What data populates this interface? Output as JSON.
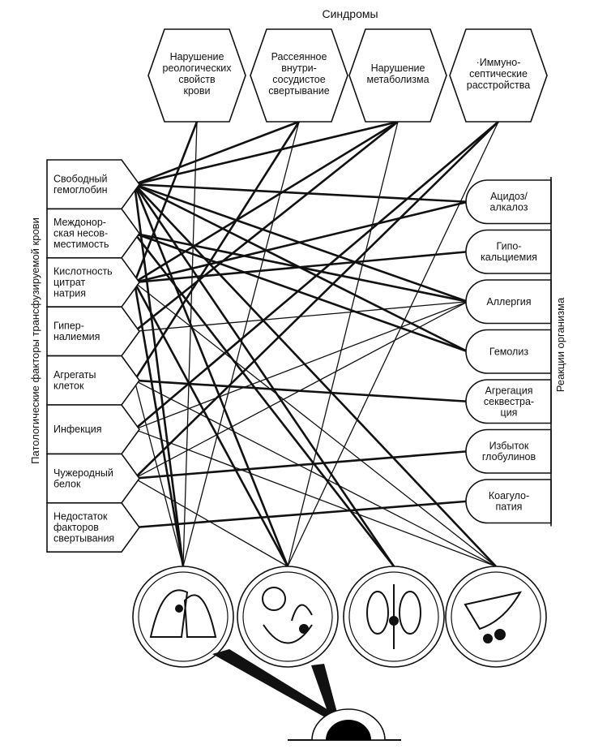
{
  "syndromes_title": "Синдромы",
  "factors_title": "Патологические факторы трансфузируемой крови",
  "reactions_title": "Реакции организма",
  "syndromes": [
    {
      "id": "s1",
      "lines": [
        "Нарушение",
        "реологических",
        "свойств",
        "крови"
      ]
    },
    {
      "id": "s2",
      "lines": [
        "Рассеянное",
        "внутри-",
        "сосудистое",
        "свертывание"
      ]
    },
    {
      "id": "s3",
      "lines": [
        "Нарушение",
        "метаболизма"
      ]
    },
    {
      "id": "s4",
      "lines": [
        "·Иммуно-",
        "септические",
        "расстройства"
      ]
    }
  ],
  "factors": [
    {
      "id": "f1",
      "lines": [
        "Свободный",
        "гемоглобин"
      ]
    },
    {
      "id": "f2",
      "lines": [
        "Междонор-",
        "ская несов-",
        "местимость"
      ]
    },
    {
      "id": "f3",
      "lines": [
        "Кислотность",
        "цитрат",
        "натрия"
      ]
    },
    {
      "id": "f4",
      "lines": [
        "Гипер-",
        "налиемия"
      ]
    },
    {
      "id": "f5",
      "lines": [
        "Агрегаты",
        "клеток"
      ]
    },
    {
      "id": "f6",
      "lines": [
        "Инфекция"
      ]
    },
    {
      "id": "f7",
      "lines": [
        "Чужеродный",
        "белок"
      ]
    },
    {
      "id": "f8",
      "lines": [
        "Недостаток",
        "факторов",
        "свертывания"
      ]
    }
  ],
  "reactions": [
    {
      "id": "r1",
      "lines": [
        "Ацидоз/",
        "алкалоз"
      ]
    },
    {
      "id": "r2",
      "lines": [
        "Гипо-",
        "кальциемия"
      ]
    },
    {
      "id": "r3",
      "lines": [
        "Аллергия"
      ]
    },
    {
      "id": "r4",
      "lines": [
        "Гемолиз"
      ]
    },
    {
      "id": "r5",
      "lines": [
        "Агрегация",
        "секвестра-",
        "ция"
      ]
    },
    {
      "id": "r6",
      "lines": [
        "Избыток",
        "глобулинов"
      ]
    },
    {
      "id": "r7",
      "lines": [
        "Коагуло-",
        "патия"
      ]
    }
  ],
  "organs": [
    {
      "id": "o1",
      "icon": "lungs-icon"
    },
    {
      "id": "o2",
      "icon": "heart-kidney-icon"
    },
    {
      "id": "o3",
      "icon": "kidneys-icon"
    },
    {
      "id": "o4",
      "icon": "liver-icon"
    }
  ],
  "connections": [
    {
      "from": "f1",
      "to": "s2",
      "weight": "bold"
    },
    {
      "from": "f1",
      "to": "s3",
      "weight": "bold"
    },
    {
      "from": "f1",
      "to": "r1",
      "weight": "bold"
    },
    {
      "from": "f1",
      "to": "r3",
      "weight": "bold"
    },
    {
      "from": "f1",
      "to": "r4",
      "weight": "bold"
    },
    {
      "from": "f1",
      "to": "o1",
      "weight": "bold"
    },
    {
      "from": "f1",
      "to": "o2",
      "weight": "bold"
    },
    {
      "from": "f1",
      "to": "o3",
      "weight": "bold"
    },
    {
      "from": "f1",
      "to": "o4",
      "weight": "bold"
    },
    {
      "from": "f2",
      "to": "r3",
      "weight": "bold"
    },
    {
      "from": "f2",
      "to": "r4",
      "weight": "bold"
    },
    {
      "from": "f2",
      "to": "o3",
      "weight": "bold"
    },
    {
      "from": "f3",
      "to": "s3",
      "weight": "bold"
    },
    {
      "from": "f3",
      "to": "s1",
      "weight": "bold"
    },
    {
      "from": "f3",
      "to": "r1",
      "weight": "bold"
    },
    {
      "from": "f3",
      "to": "r2",
      "weight": "bold"
    },
    {
      "from": "f3",
      "to": "o1",
      "weight": "bold"
    },
    {
      "from": "f3",
      "to": "o2",
      "weight": "bold"
    },
    {
      "from": "f3",
      "to": "o4",
      "weight": "thin"
    },
    {
      "from": "f4",
      "to": "s3",
      "weight": "bold"
    },
    {
      "from": "f4",
      "to": "r3",
      "weight": "thin"
    },
    {
      "from": "f5",
      "to": "s2",
      "weight": "bold"
    },
    {
      "from": "f5",
      "to": "r5",
      "weight": "bold"
    },
    {
      "from": "f5",
      "to": "o1",
      "weight": "thin"
    },
    {
      "from": "f5",
      "to": "o4",
      "weight": "thin"
    },
    {
      "from": "f6",
      "to": "s4",
      "weight": "bold"
    },
    {
      "from": "f6",
      "to": "r3",
      "weight": "thin"
    },
    {
      "from": "f6",
      "to": "o4",
      "weight": "thin"
    },
    {
      "from": "f7",
      "to": "s4",
      "weight": "bold"
    },
    {
      "from": "f7",
      "to": "r6",
      "weight": "bold"
    },
    {
      "from": "f7",
      "to": "r3",
      "weight": "thin"
    },
    {
      "from": "f7",
      "to": "o2",
      "weight": "thin"
    },
    {
      "from": "f8",
      "to": "r7",
      "weight": "bold"
    },
    {
      "from": "s1",
      "to": "o1",
      "weight": "thin"
    },
    {
      "from": "s2",
      "to": "o1",
      "weight": "thin"
    },
    {
      "from": "s3",
      "to": "o2",
      "weight": "thin"
    },
    {
      "from": "s4",
      "to": "o2",
      "weight": "thin"
    }
  ]
}
